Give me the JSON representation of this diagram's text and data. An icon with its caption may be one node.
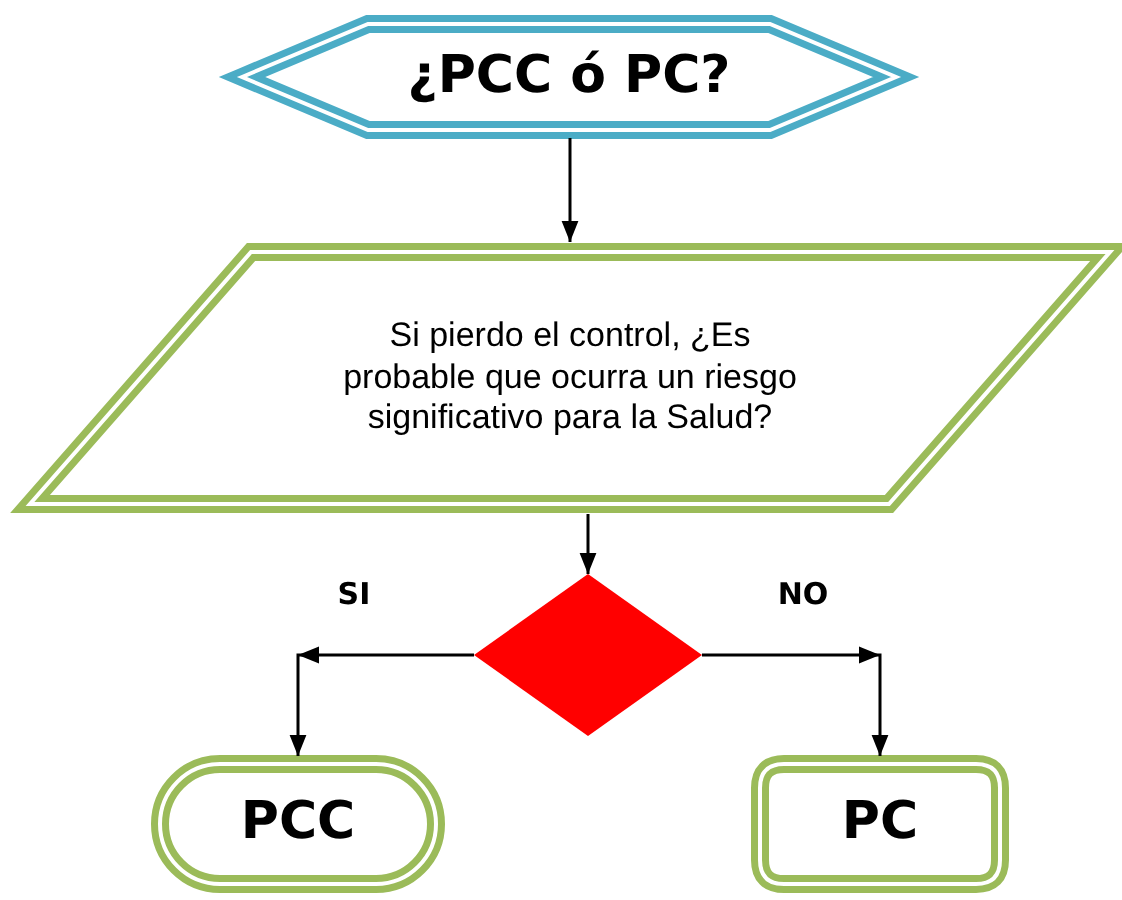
{
  "diagram": {
    "nodes": [
      {
        "text": [
          "¿PCC ó PC?"
        ]
      },
      {
        "text": [
          "Si pierdo el control, ¿Es probable que ocurra un riesgo significativo para la Salud?"
        ]
      },
      {
        "text": [],
        "shape": "diamond"
      },
      {
        "text": [
          "PCC"
        ]
      },
      {
        "text": [
          "PC"
        ]
      }
    ],
    "edges": [
      {
        "from": 0,
        "to": 1,
        "arrow": "to"
      },
      {
        "from": 1,
        "to": 2,
        "arrow": "to"
      },
      {
        "from": 2,
        "to": 3,
        "arrow": "to",
        "label": "SI"
      },
      {
        "from": 2,
        "to": 4,
        "arrow": "to",
        "label": "NO"
      }
    ]
  }
}
